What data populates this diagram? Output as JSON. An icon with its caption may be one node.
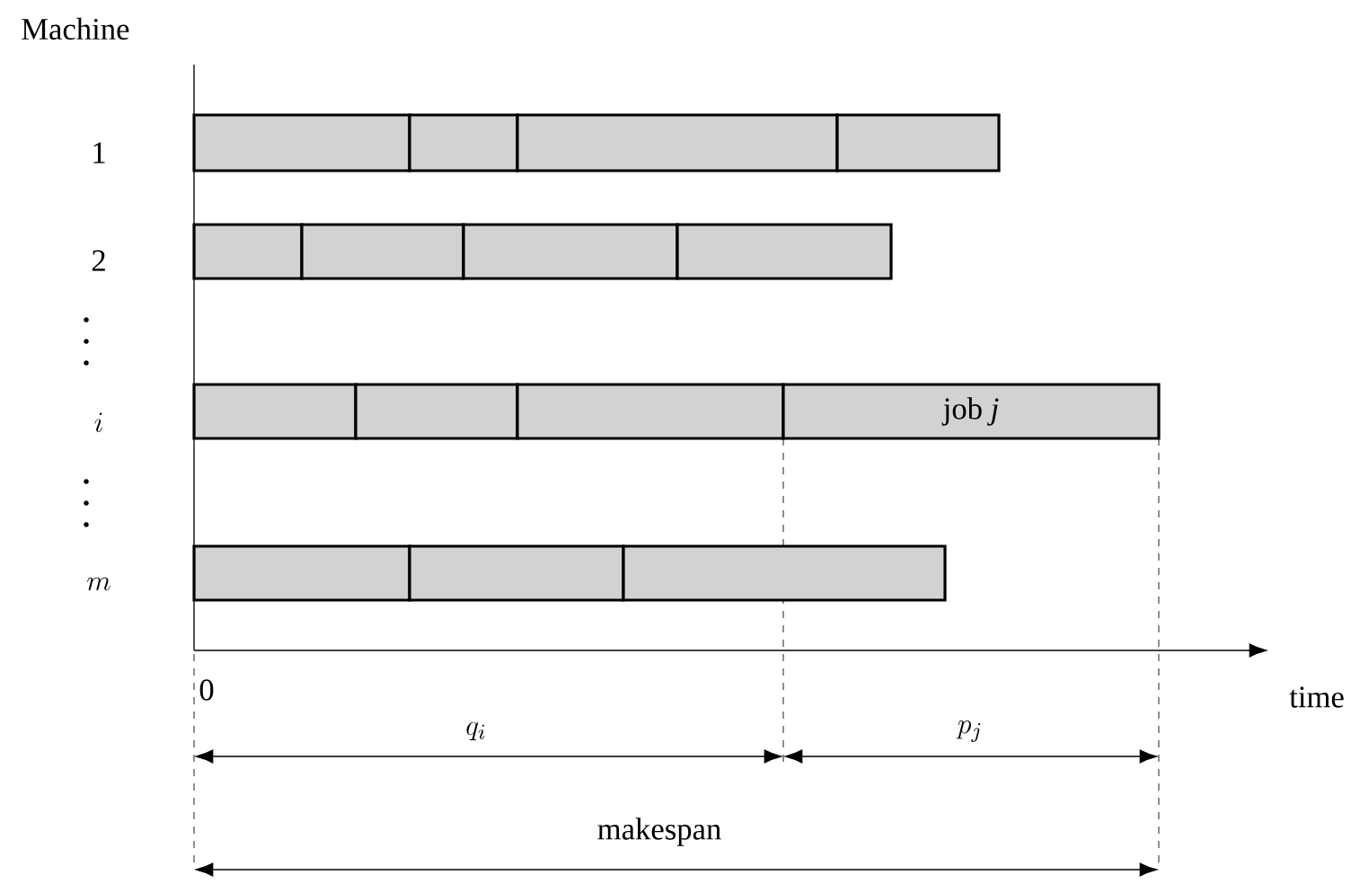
{
  "diagram": {
    "nodes": [
      {
        "text": [],
        "shape": "box"
      },
      {
        "text": [],
        "shape": "box"
      },
      {
        "text": [],
        "shape": "box"
      },
      {
        "text": [],
        "shape": "box"
      },
      {
        "text": [],
        "shape": "box"
      },
      {
        "text": [],
        "shape": "box"
      },
      {
        "text": [],
        "shape": "box"
      },
      {
        "text": [],
        "shape": "box"
      },
      {
        "text": [],
        "shape": "box"
      },
      {
        "text": [],
        "shape": "box"
      },
      {
        "text": [],
        "shape": "box"
      },
      {
        "text": [
          "job *j*"
        ]
      },
      {
        "text": [],
        "shape": "box"
      },
      {
        "text": [],
        "shape": "box"
      },
      {
        "text": [],
        "shape": "box"
      }
    ],
    "edges": [],
    "labels": [
      "Machine",
      "1",
      "2",
      "i",
      "m",
      "0",
      "time",
      "q_i",
      "p_j",
      "makespan"
    ]
  }
}
